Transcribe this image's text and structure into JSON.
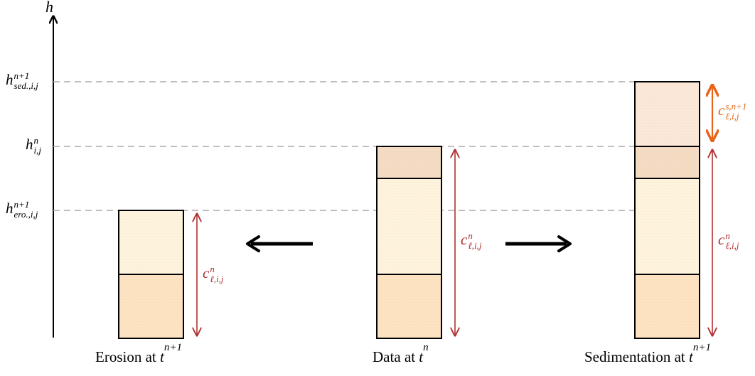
{
  "axis": {
    "label": "h"
  },
  "levels": {
    "sed": {
      "base": "h",
      "sup": "n+1",
      "sub": "sed.,i,j"
    },
    "data": {
      "base": "h",
      "sup": "n",
      "sub": "i,j"
    },
    "ero": {
      "base": "h",
      "sup": "n+1",
      "sub": "ero.,i,j"
    }
  },
  "annotations": {
    "layer_red": {
      "base": "c",
      "sup": "n",
      "sub": "ℓ,i,j"
    },
    "layer_orange": {
      "base": "c",
      "sup": "s,n+1",
      "sub": "ℓ,i,j"
    }
  },
  "captions": {
    "erosion": {
      "text": "Erosion at ",
      "var": "t",
      "sup": "n+1"
    },
    "data": {
      "text": "Data at ",
      "var": "t",
      "sup": "n"
    },
    "sedimentation": {
      "text": "Sedimentation at ",
      "var": "t",
      "sup": "n+1"
    }
  },
  "colors": {
    "layer_bottom": "#fde3c2",
    "layer_middle": "#fef4de",
    "layer_top": "#f4dcc4",
    "layer_sed": "#fbe8d8",
    "red_arrow": "#b03030",
    "orange_arrow": "#e8641a",
    "dashed": "#aaaaaa"
  }
}
